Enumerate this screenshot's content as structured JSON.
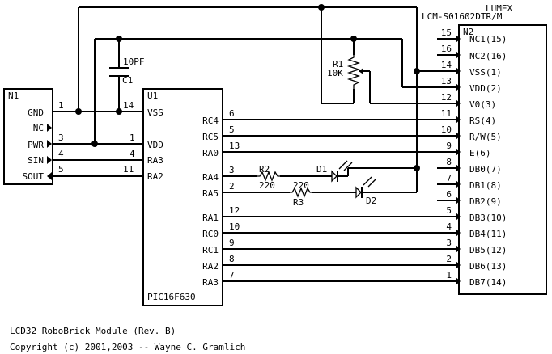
{
  "n1": {
    "ref": "N1",
    "pins": [
      {
        "num": "1",
        "name": "GND"
      },
      {
        "num": "",
        "name": "NC"
      },
      {
        "num": "3",
        "name": "PWR"
      },
      {
        "num": "4",
        "name": "SIN"
      },
      {
        "num": "5",
        "name": "SOUT"
      }
    ]
  },
  "u1": {
    "ref": "U1",
    "part": "PIC16F630",
    "left_pins": [
      {
        "num": "14",
        "name": "VSS"
      },
      {
        "num": "1",
        "name": "VDD"
      },
      {
        "num": "4",
        "name": "RA3"
      },
      {
        "num": "11",
        "name": "RA2"
      }
    ],
    "right_pins": [
      {
        "num": "6",
        "name": "RC4"
      },
      {
        "num": "5",
        "name": "RC5"
      },
      {
        "num": "13",
        "name": "RA0"
      },
      {
        "num": "3",
        "name": "RA4"
      },
      {
        "num": "2",
        "name": "RA5"
      },
      {
        "num": "12",
        "name": "RA1"
      },
      {
        "num": "10",
        "name": "RC0"
      },
      {
        "num": "9",
        "name": "RC1"
      },
      {
        "num": "8",
        "name": "RA2"
      },
      {
        "num": "7",
        "name": "RA3"
      }
    ]
  },
  "n2": {
    "ref": "N2",
    "vendor": "LUMEX",
    "part": "LCM-S01602DTR/M",
    "pins": [
      {
        "num": "15",
        "name": "NC1(15)"
      },
      {
        "num": "16",
        "name": "NC2(16)"
      },
      {
        "num": "14",
        "name": "VSS(1)"
      },
      {
        "num": "13",
        "name": "VDD(2)"
      },
      {
        "num": "12",
        "name": "V0(3)"
      },
      {
        "num": "11",
        "name": "RS(4)"
      },
      {
        "num": "10",
        "name": "R/W(5)"
      },
      {
        "num": "9",
        "name": "E(6)"
      },
      {
        "num": "8",
        "name": "DB0(7)"
      },
      {
        "num": "7",
        "name": "DB1(8)"
      },
      {
        "num": "6",
        "name": "DB2(9)"
      },
      {
        "num": "5",
        "name": "DB3(10)"
      },
      {
        "num": "4",
        "name": "DB4(11)"
      },
      {
        "num": "3",
        "name": "DB5(12)"
      },
      {
        "num": "2",
        "name": "DB6(13)"
      },
      {
        "num": "1",
        "name": "DB7(14)"
      }
    ]
  },
  "parts": {
    "c1_value": "10PF",
    "c1_ref": "C1",
    "r1_ref": "R1",
    "r1_value": "10K",
    "r2_ref": "R2",
    "r2_value": "220",
    "r3_ref": "R3",
    "r3_value": "220",
    "d1_ref": "D1",
    "d2_ref": "D2"
  },
  "footer": {
    "line1": "LCD32 RoboBrick Module (Rev. B)",
    "line2": "Copyright (c) 2001,2003 -- Wayne C. Gramlich"
  }
}
